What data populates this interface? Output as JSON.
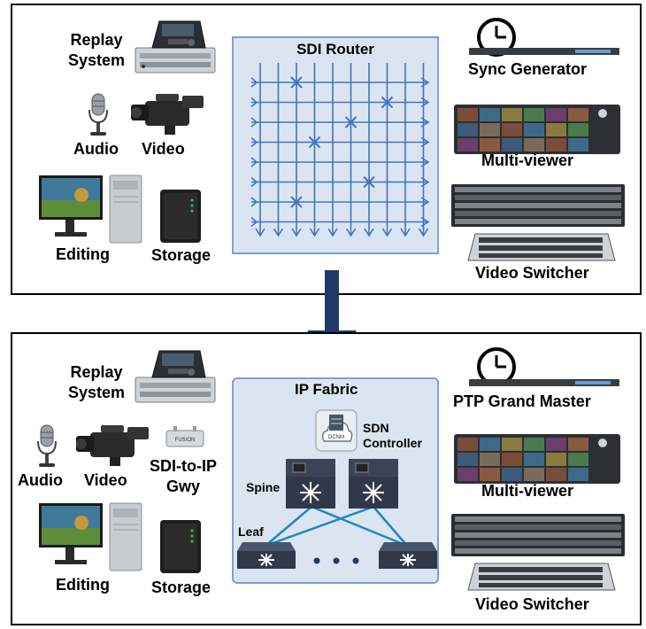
{
  "top": {
    "router_title": "SDI Router",
    "left_labels": {
      "replay": [
        "Replay",
        "System"
      ],
      "audio": "Audio",
      "video": "Video",
      "editing": "Editing",
      "storage": "Storage"
    },
    "right_labels": {
      "sync": "Sync Generator",
      "multiviewer": "Multi-viewer",
      "switcher": "Video Switcher"
    }
  },
  "bottom": {
    "fabric_title": "IP Fabric",
    "sdn_label": [
      "SDN",
      "Controller"
    ],
    "spine_label": "Spine",
    "leaf_label": "Leaf",
    "dcnm_text": "DCNM",
    "left_labels": {
      "replay": [
        "Replay",
        "System"
      ],
      "audio": "Audio",
      "video": "Video",
      "gateway": [
        "SDI-to-IP",
        "Gwy"
      ],
      "gateway_brand": "FUSION",
      "editing": "Editing",
      "storage": "Storage"
    },
    "right_labels": {
      "ptp": "PTP Grand Master",
      "multiviewer": "Multi-viewer",
      "switcher": "Video Switcher"
    }
  },
  "colors": {
    "router_fill": "#dbe5f1",
    "router_stroke": "#7f9fcf",
    "grid_line": "#4472c4",
    "arrow_down": "#1f3a68",
    "fabric_fill": "#dbe5f1",
    "fabric_stroke": "#7f9fcf",
    "link": "#1f86c8",
    "switch_body": "#3a4456"
  }
}
